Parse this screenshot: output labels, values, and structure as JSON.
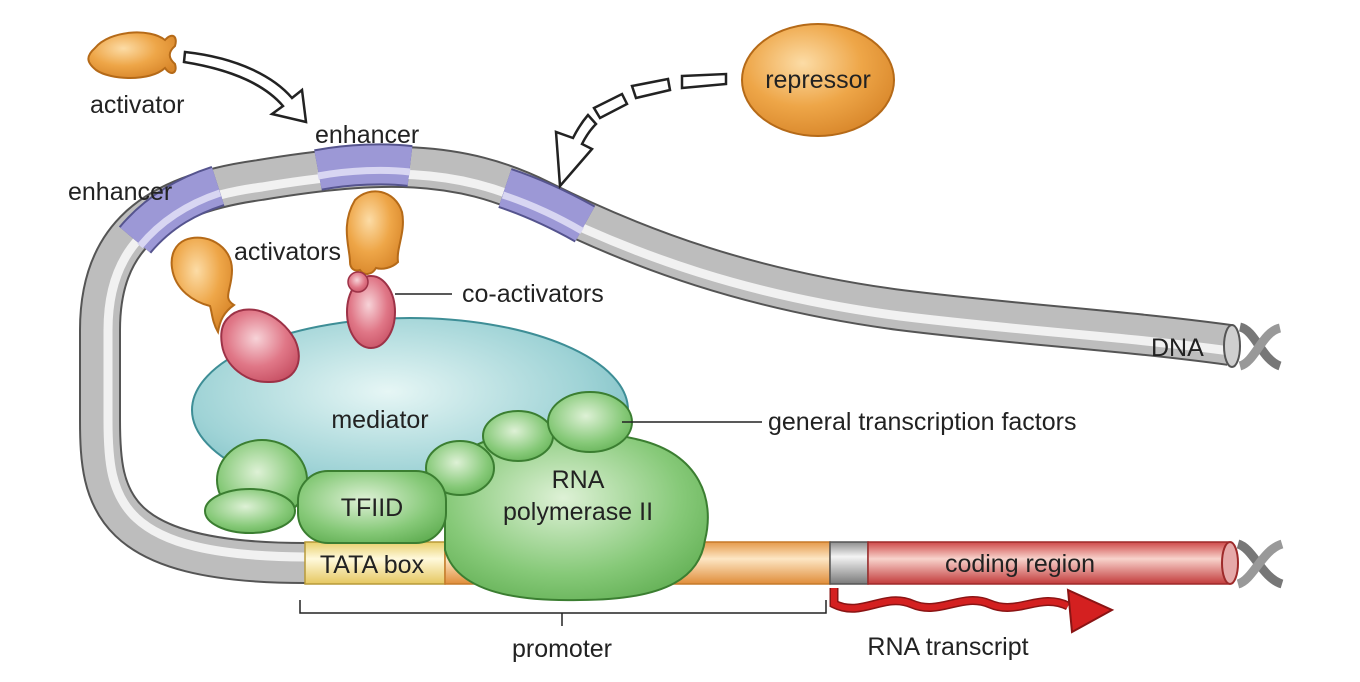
{
  "labels": {
    "activator": "activator",
    "repressor": "repressor",
    "enhancer_top": "enhancer",
    "enhancer_left": "enhancer",
    "activators": "activators",
    "co_activators": "co-activators",
    "dna": "DNA",
    "mediator": "mediator",
    "general_transcription_factors": "general transcription factors",
    "tfiid": "TFIID",
    "rna_pol_line1": "RNA",
    "rna_pol_line2": "polymerase II",
    "tata_box": "TATA box",
    "coding_region": "coding region",
    "promoter": "promoter",
    "rna_transcript": "RNA transcript"
  },
  "colors": {
    "dna_gray": "#b9b9b9",
    "enhancer_purple": "#8a86c8",
    "activator_orange": "#e59a33",
    "coactivator_pink": "#d9667a",
    "mediator_teal": "#7fc4c9",
    "gtf_green": "#6dbb5f",
    "tata_yellow": "#fde9a0",
    "promoter_orange": "#f3b978",
    "coding_red": "#e07b7b",
    "transcript_red": "#d42020"
  }
}
